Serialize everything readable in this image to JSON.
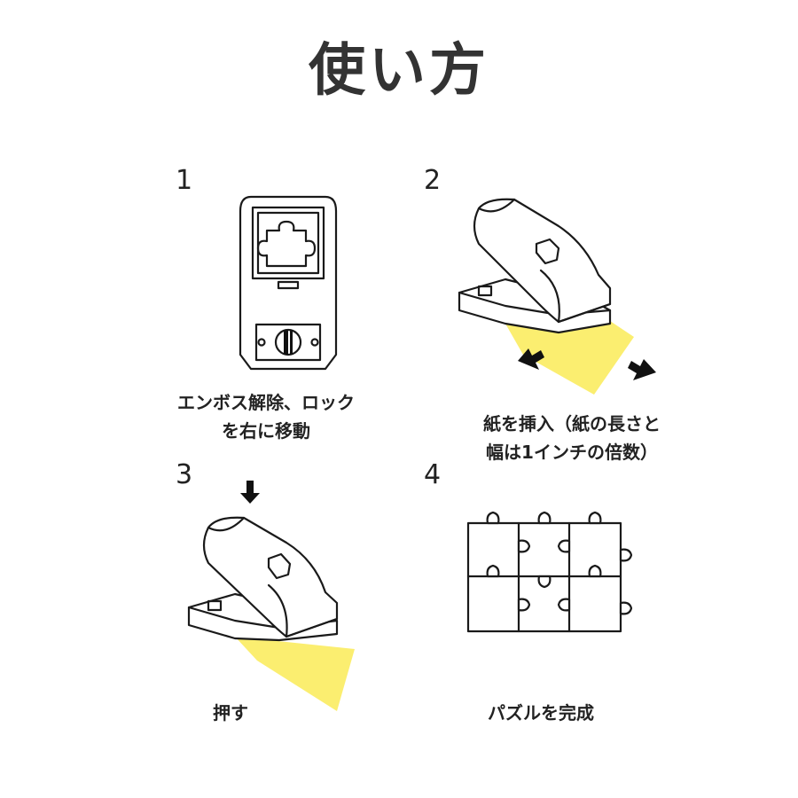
{
  "title": "使い方",
  "steps": [
    {
      "number": "1",
      "caption_line1": "エンボス解除、ロック",
      "caption_line2": "を右に移動"
    },
    {
      "number": "2",
      "caption_line1": "紙を挿入（紙の長さと",
      "caption_line2": "幅は1インチの倍数）"
    },
    {
      "number": "3",
      "caption_line1": "押す",
      "caption_line2": ""
    },
    {
      "number": "4",
      "caption_line1": "パズルを完成",
      "caption_line2": ""
    }
  ],
  "colors": {
    "paper": "#fbee70",
    "line": "#1a1a1a",
    "title": "#333333"
  }
}
